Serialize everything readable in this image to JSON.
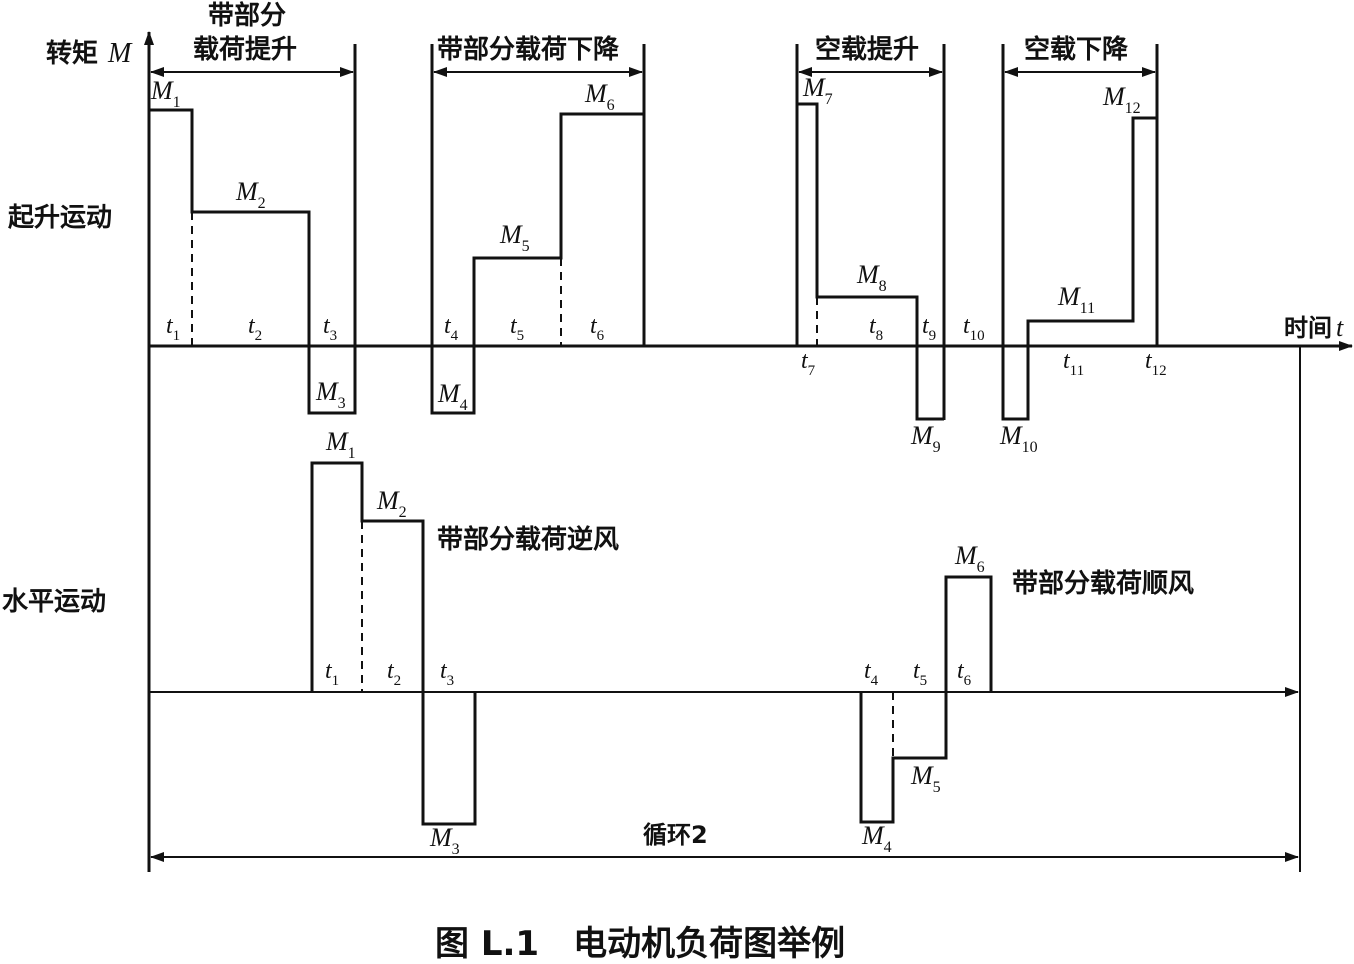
{
  "axis": {
    "y_label_cn": "转矩",
    "y_label_var": "M",
    "x_label_cn": "时间",
    "x_label_var": "t"
  },
  "rows": {
    "hoist": "起升运动",
    "horizontal": "水平运动"
  },
  "sections": {
    "partial_load_lift_line1": "带部分",
    "partial_load_lift_line2": "载荷提升",
    "partial_load_lower": "带部分载荷下降",
    "empty_lift": "空载提升",
    "empty_lower": "空载下降"
  },
  "horizontal_notes": {
    "headwind": "带部分载荷逆风",
    "tailwind": "带部分载荷顺风"
  },
  "cycle_label": "循环2",
  "caption": "图 L.1　电动机负荷图举例",
  "symbols": {
    "M": "M",
    "t": "t",
    "s1": "1",
    "s2": "2",
    "s3": "3",
    "s4": "4",
    "s5": "5",
    "s6": "6",
    "s7": "7",
    "s8": "8",
    "s9": "9",
    "s10": "10",
    "s11": "11",
    "s12": "12"
  }
}
